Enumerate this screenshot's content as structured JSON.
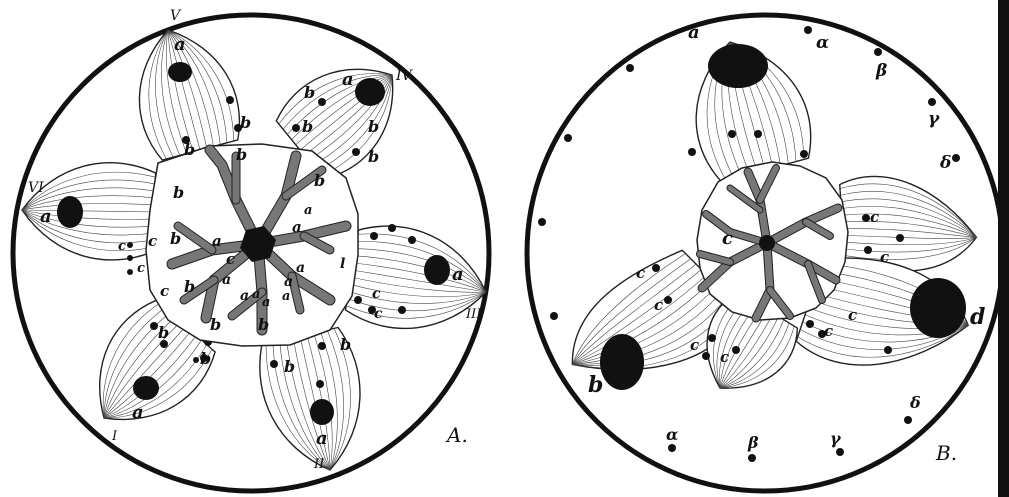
{
  "panels": [
    {
      "id": "A",
      "label": "A.",
      "petals": [
        {
          "numeral": "V",
          "letter": "a"
        },
        {
          "numeral": "IV",
          "letter": "a"
        },
        {
          "numeral": "VI",
          "letter": "a"
        },
        {
          "numeral": "III",
          "letter": "a"
        },
        {
          "numeral": "I",
          "letter": "a"
        },
        {
          "numeral": "II",
          "letter": "a"
        }
      ],
      "small_labels": [
        "b",
        "c",
        "a",
        "l"
      ]
    },
    {
      "id": "B",
      "label": "B.",
      "petal_letters": [
        "a",
        "b",
        "d"
      ],
      "center_label": "c",
      "outer_dots": [
        "α",
        "β",
        "γ",
        "δ",
        "α",
        "β",
        "γ",
        "δ"
      ]
    }
  ],
  "colors": {
    "ink": "#111111",
    "paper": "#ffffff",
    "duct": "#555555"
  }
}
